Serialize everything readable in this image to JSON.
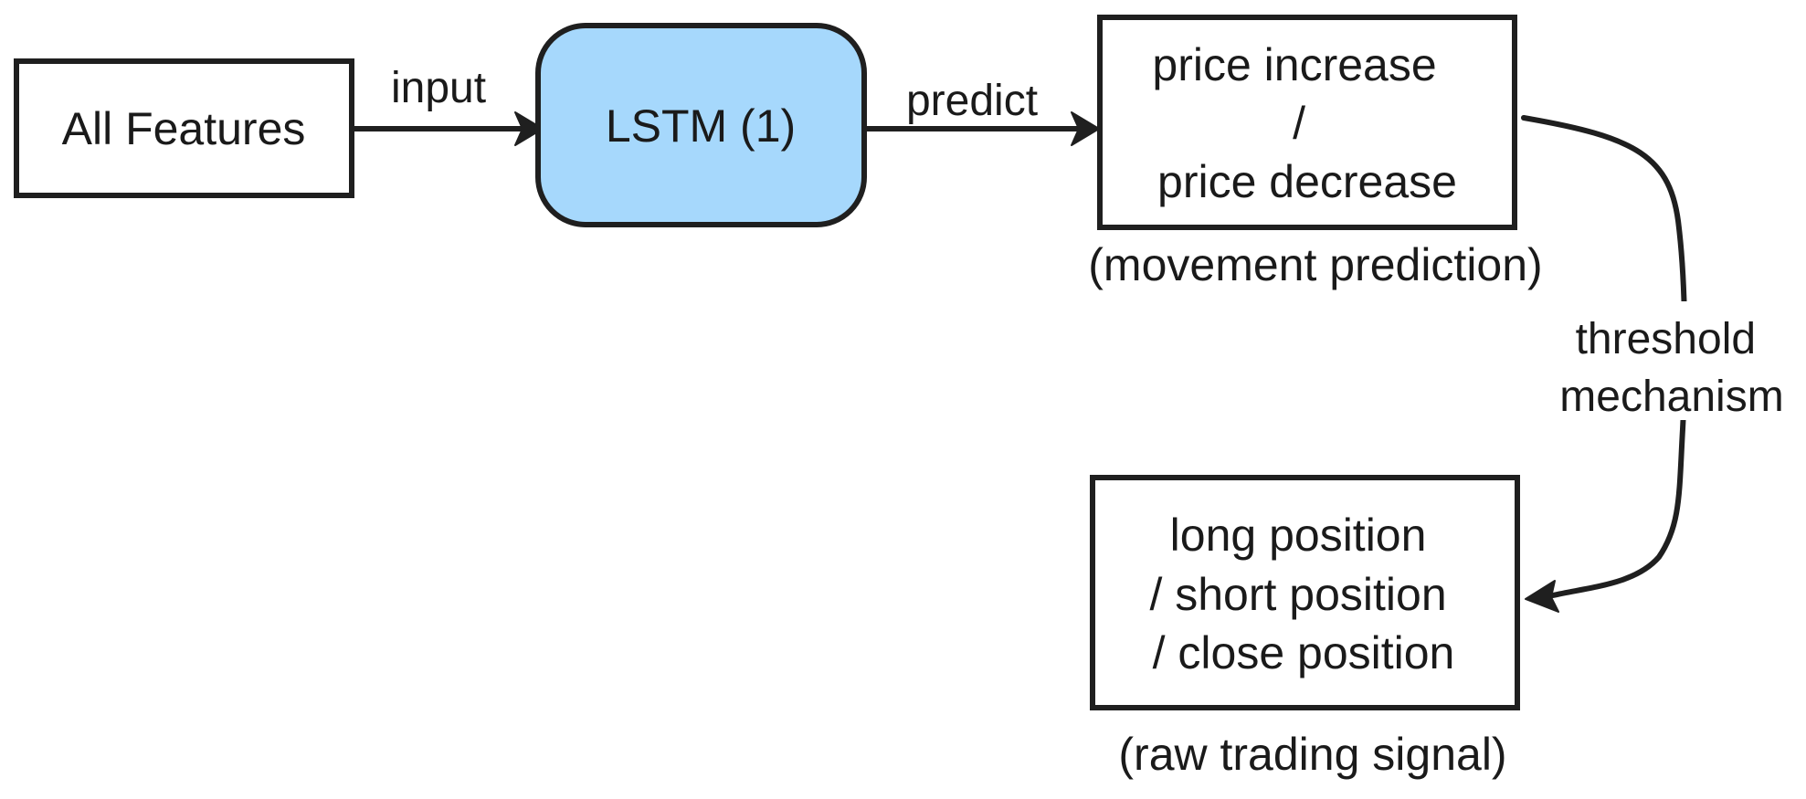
{
  "nodes": {
    "features": {
      "label": "All Features"
    },
    "lstm": {
      "label": "LSTM (1)",
      "fill": "#a6d8fc"
    },
    "movement": {
      "lines": [
        "price increase",
        "/",
        "price decrease"
      ],
      "caption": "(movement prediction)"
    },
    "signal": {
      "lines": [
        "long position",
        "/ short position",
        "/ close position"
      ],
      "caption": "(raw trading signal)"
    }
  },
  "edges": {
    "input": {
      "label": "input"
    },
    "predict": {
      "label": "predict"
    },
    "threshold": {
      "lines": [
        "threshold",
        "mechanism"
      ]
    }
  },
  "colors": {
    "stroke": "#1f1f1f",
    "lstm_fill": "#a6d8fc",
    "background": "#ffffff"
  }
}
